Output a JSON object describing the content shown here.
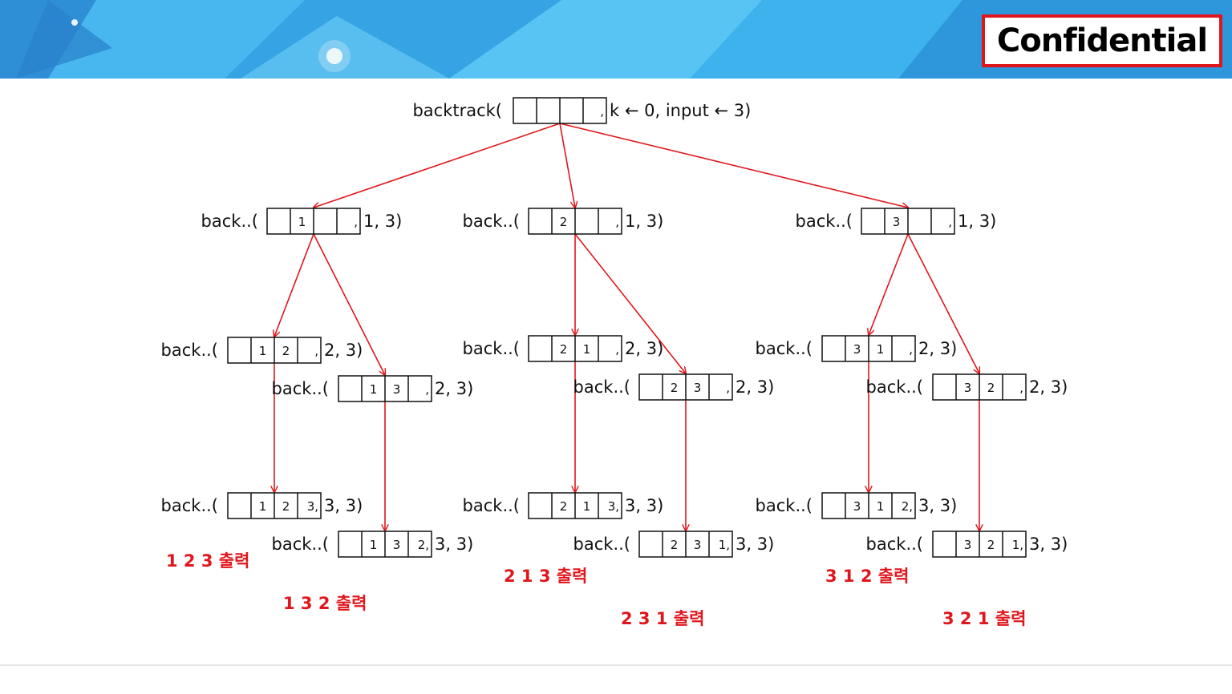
{
  "header": {
    "confidential_label": "Confidential",
    "colors": {
      "banner": "#3aa7e6",
      "banner_light": "#5ec8f5",
      "badge_border": "#e0161c"
    }
  },
  "diagram": {
    "arrow_color": "#e0161c",
    "nodes": [
      {
        "id": "root",
        "prefix": "backtrack(",
        "cells": [
          "",
          "",
          "",
          ","
        ],
        "suffix": "k ← 0, input ← 3)"
      },
      {
        "id": "n1",
        "prefix": "back..(",
        "cells": [
          "",
          "1",
          "",
          ","
        ],
        "suffix": "1, 3)"
      },
      {
        "id": "n2",
        "prefix": "back..(",
        "cells": [
          "",
          "2",
          "",
          ","
        ],
        "suffix": "1, 3)"
      },
      {
        "id": "n3",
        "prefix": "back..(",
        "cells": [
          "",
          "3",
          "",
          ","
        ],
        "suffix": "1, 3)"
      },
      {
        "id": "n12",
        "prefix": "back..(",
        "cells": [
          "",
          "1",
          "2",
          ","
        ],
        "suffix": "2, 3)"
      },
      {
        "id": "n13",
        "prefix": "back..(",
        "cells": [
          "",
          "1",
          "3",
          ","
        ],
        "suffix": "2, 3)"
      },
      {
        "id": "n21",
        "prefix": "back..(",
        "cells": [
          "",
          "2",
          "1",
          ","
        ],
        "suffix": "2, 3)"
      },
      {
        "id": "n23",
        "prefix": "back..(",
        "cells": [
          "",
          "2",
          "3",
          ","
        ],
        "suffix": "2, 3)"
      },
      {
        "id": "n31",
        "prefix": "back..(",
        "cells": [
          "",
          "3",
          "1",
          ","
        ],
        "suffix": "2, 3)"
      },
      {
        "id": "n32",
        "prefix": "back..(",
        "cells": [
          "",
          "3",
          "2",
          ","
        ],
        "suffix": "2, 3)"
      },
      {
        "id": "n123",
        "prefix": "back..(",
        "cells": [
          "",
          "1",
          "2",
          "3,"
        ],
        "suffix": "3, 3)"
      },
      {
        "id": "n132",
        "prefix": "back..(",
        "cells": [
          "",
          "1",
          "3",
          "2,"
        ],
        "suffix": "3, 3)"
      },
      {
        "id": "n213",
        "prefix": "back..(",
        "cells": [
          "",
          "2",
          "1",
          "3,"
        ],
        "suffix": "3, 3)"
      },
      {
        "id": "n231",
        "prefix": "back..(",
        "cells": [
          "",
          "2",
          "3",
          "1,"
        ],
        "suffix": "3, 3)"
      },
      {
        "id": "n312",
        "prefix": "back..(",
        "cells": [
          "",
          "3",
          "1",
          "2,"
        ],
        "suffix": "3, 3)"
      },
      {
        "id": "n321",
        "prefix": "back..(",
        "cells": [
          "",
          "3",
          "2",
          "1,"
        ],
        "suffix": "3, 3)"
      }
    ],
    "edges": [
      [
        "root",
        "n1"
      ],
      [
        "root",
        "n2"
      ],
      [
        "root",
        "n3"
      ],
      [
        "n1",
        "n12"
      ],
      [
        "n1",
        "n13"
      ],
      [
        "n2",
        "n21"
      ],
      [
        "n2",
        "n23"
      ],
      [
        "n3",
        "n31"
      ],
      [
        "n3",
        "n32"
      ],
      [
        "n12",
        "n123"
      ],
      [
        "n13",
        "n132"
      ],
      [
        "n21",
        "n213"
      ],
      [
        "n23",
        "n231"
      ],
      [
        "n31",
        "n312"
      ],
      [
        "n32",
        "n321"
      ]
    ],
    "outputs": [
      {
        "id": "o123",
        "text": "1 2 3 출력"
      },
      {
        "id": "o132",
        "text": "1 3 2 출력"
      },
      {
        "id": "o213",
        "text": "2 1 3 출력"
      },
      {
        "id": "o231",
        "text": "2 3 1 출력"
      },
      {
        "id": "o312",
        "text": "3 1 2 출력"
      },
      {
        "id": "o321",
        "text": "3 2 1 출력"
      }
    ]
  }
}
